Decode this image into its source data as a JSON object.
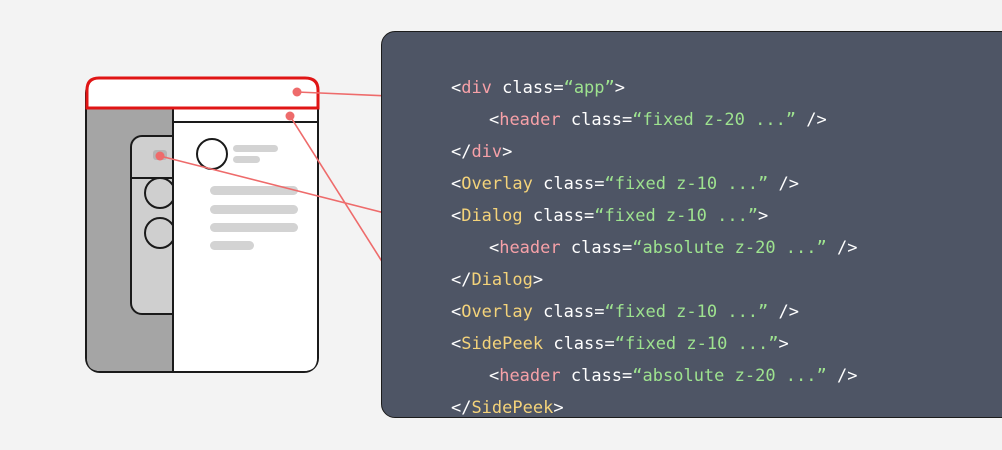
{
  "colors": {
    "background": "#f3f3f3",
    "panel": "#4e5565",
    "plain": "#ffffff",
    "tag_pink": "#f7a1a8",
    "tag_yellow": "#f4d37a",
    "string_green": "#9ee38f",
    "highlight_red": "#e01515",
    "connector": "#ee6b6b"
  },
  "code_lines": [
    {
      "indent": 0,
      "tokens": [
        {
          "text": "<",
          "kind": "plain"
        },
        {
          "text": "div",
          "kind": "tag_pink"
        },
        {
          "text": " class=",
          "kind": "plain"
        },
        {
          "text": "“app”",
          "kind": "string_green"
        },
        {
          "text": ">",
          "kind": "plain"
        }
      ]
    },
    {
      "indent": 1,
      "tokens": [
        {
          "text": "<",
          "kind": "plain"
        },
        {
          "text": "header",
          "kind": "tag_pink"
        },
        {
          "text": " class=",
          "kind": "plain"
        },
        {
          "text": "“fixed z-20 ...”",
          "kind": "string_green"
        },
        {
          "text": " />",
          "kind": "plain"
        }
      ]
    },
    {
      "indent": 0,
      "tokens": [
        {
          "text": "</",
          "kind": "plain"
        },
        {
          "text": "div",
          "kind": "tag_pink"
        },
        {
          "text": ">",
          "kind": "plain"
        }
      ]
    },
    {
      "indent": 0,
      "tokens": [
        {
          "text": "<",
          "kind": "plain"
        },
        {
          "text": "Overlay",
          "kind": "tag_yellow"
        },
        {
          "text": " class=",
          "kind": "plain"
        },
        {
          "text": "“fixed z-10 ...”",
          "kind": "string_green"
        },
        {
          "text": " />",
          "kind": "plain"
        }
      ]
    },
    {
      "indent": 0,
      "tokens": [
        {
          "text": "<",
          "kind": "plain"
        },
        {
          "text": "Dialog",
          "kind": "tag_yellow"
        },
        {
          "text": " class=",
          "kind": "plain"
        },
        {
          "text": "“fixed z-10 ...”",
          "kind": "string_green"
        },
        {
          "text": ">",
          "kind": "plain"
        }
      ]
    },
    {
      "indent": 1,
      "tokens": [
        {
          "text": "<",
          "kind": "plain"
        },
        {
          "text": "header",
          "kind": "tag_pink"
        },
        {
          "text": " class=",
          "kind": "plain"
        },
        {
          "text": "“absolute z-20 ...”",
          "kind": "string_green"
        },
        {
          "text": " />",
          "kind": "plain"
        }
      ]
    },
    {
      "indent": 0,
      "tokens": [
        {
          "text": "</",
          "kind": "plain"
        },
        {
          "text": "Dialog",
          "kind": "tag_yellow"
        },
        {
          "text": ">",
          "kind": "plain"
        }
      ]
    },
    {
      "indent": 0,
      "tokens": [
        {
          "text": "<",
          "kind": "plain"
        },
        {
          "text": "Overlay",
          "kind": "tag_yellow"
        },
        {
          "text": " class=",
          "kind": "plain"
        },
        {
          "text": "“fixed z-10 ...”",
          "kind": "string_green"
        },
        {
          "text": " />",
          "kind": "plain"
        }
      ]
    },
    {
      "indent": 0,
      "tokens": [
        {
          "text": "<",
          "kind": "plain"
        },
        {
          "text": "SidePeek",
          "kind": "tag_yellow"
        },
        {
          "text": " class=",
          "kind": "plain"
        },
        {
          "text": "“fixed z-10 ...”",
          "kind": "string_green"
        },
        {
          "text": ">",
          "kind": "plain"
        }
      ]
    },
    {
      "indent": 1,
      "tokens": [
        {
          "text": "<",
          "kind": "plain"
        },
        {
          "text": "header",
          "kind": "tag_pink"
        },
        {
          "text": " class=",
          "kind": "plain"
        },
        {
          "text": "“absolute z-20 ...”",
          "kind": "string_green"
        },
        {
          "text": " />",
          "kind": "plain"
        }
      ]
    },
    {
      "indent": 0,
      "tokens": [
        {
          "text": "</",
          "kind": "plain"
        },
        {
          "text": "SidePeek",
          "kind": "tag_yellow"
        },
        {
          "text": ">",
          "kind": "plain"
        }
      ]
    }
  ]
}
